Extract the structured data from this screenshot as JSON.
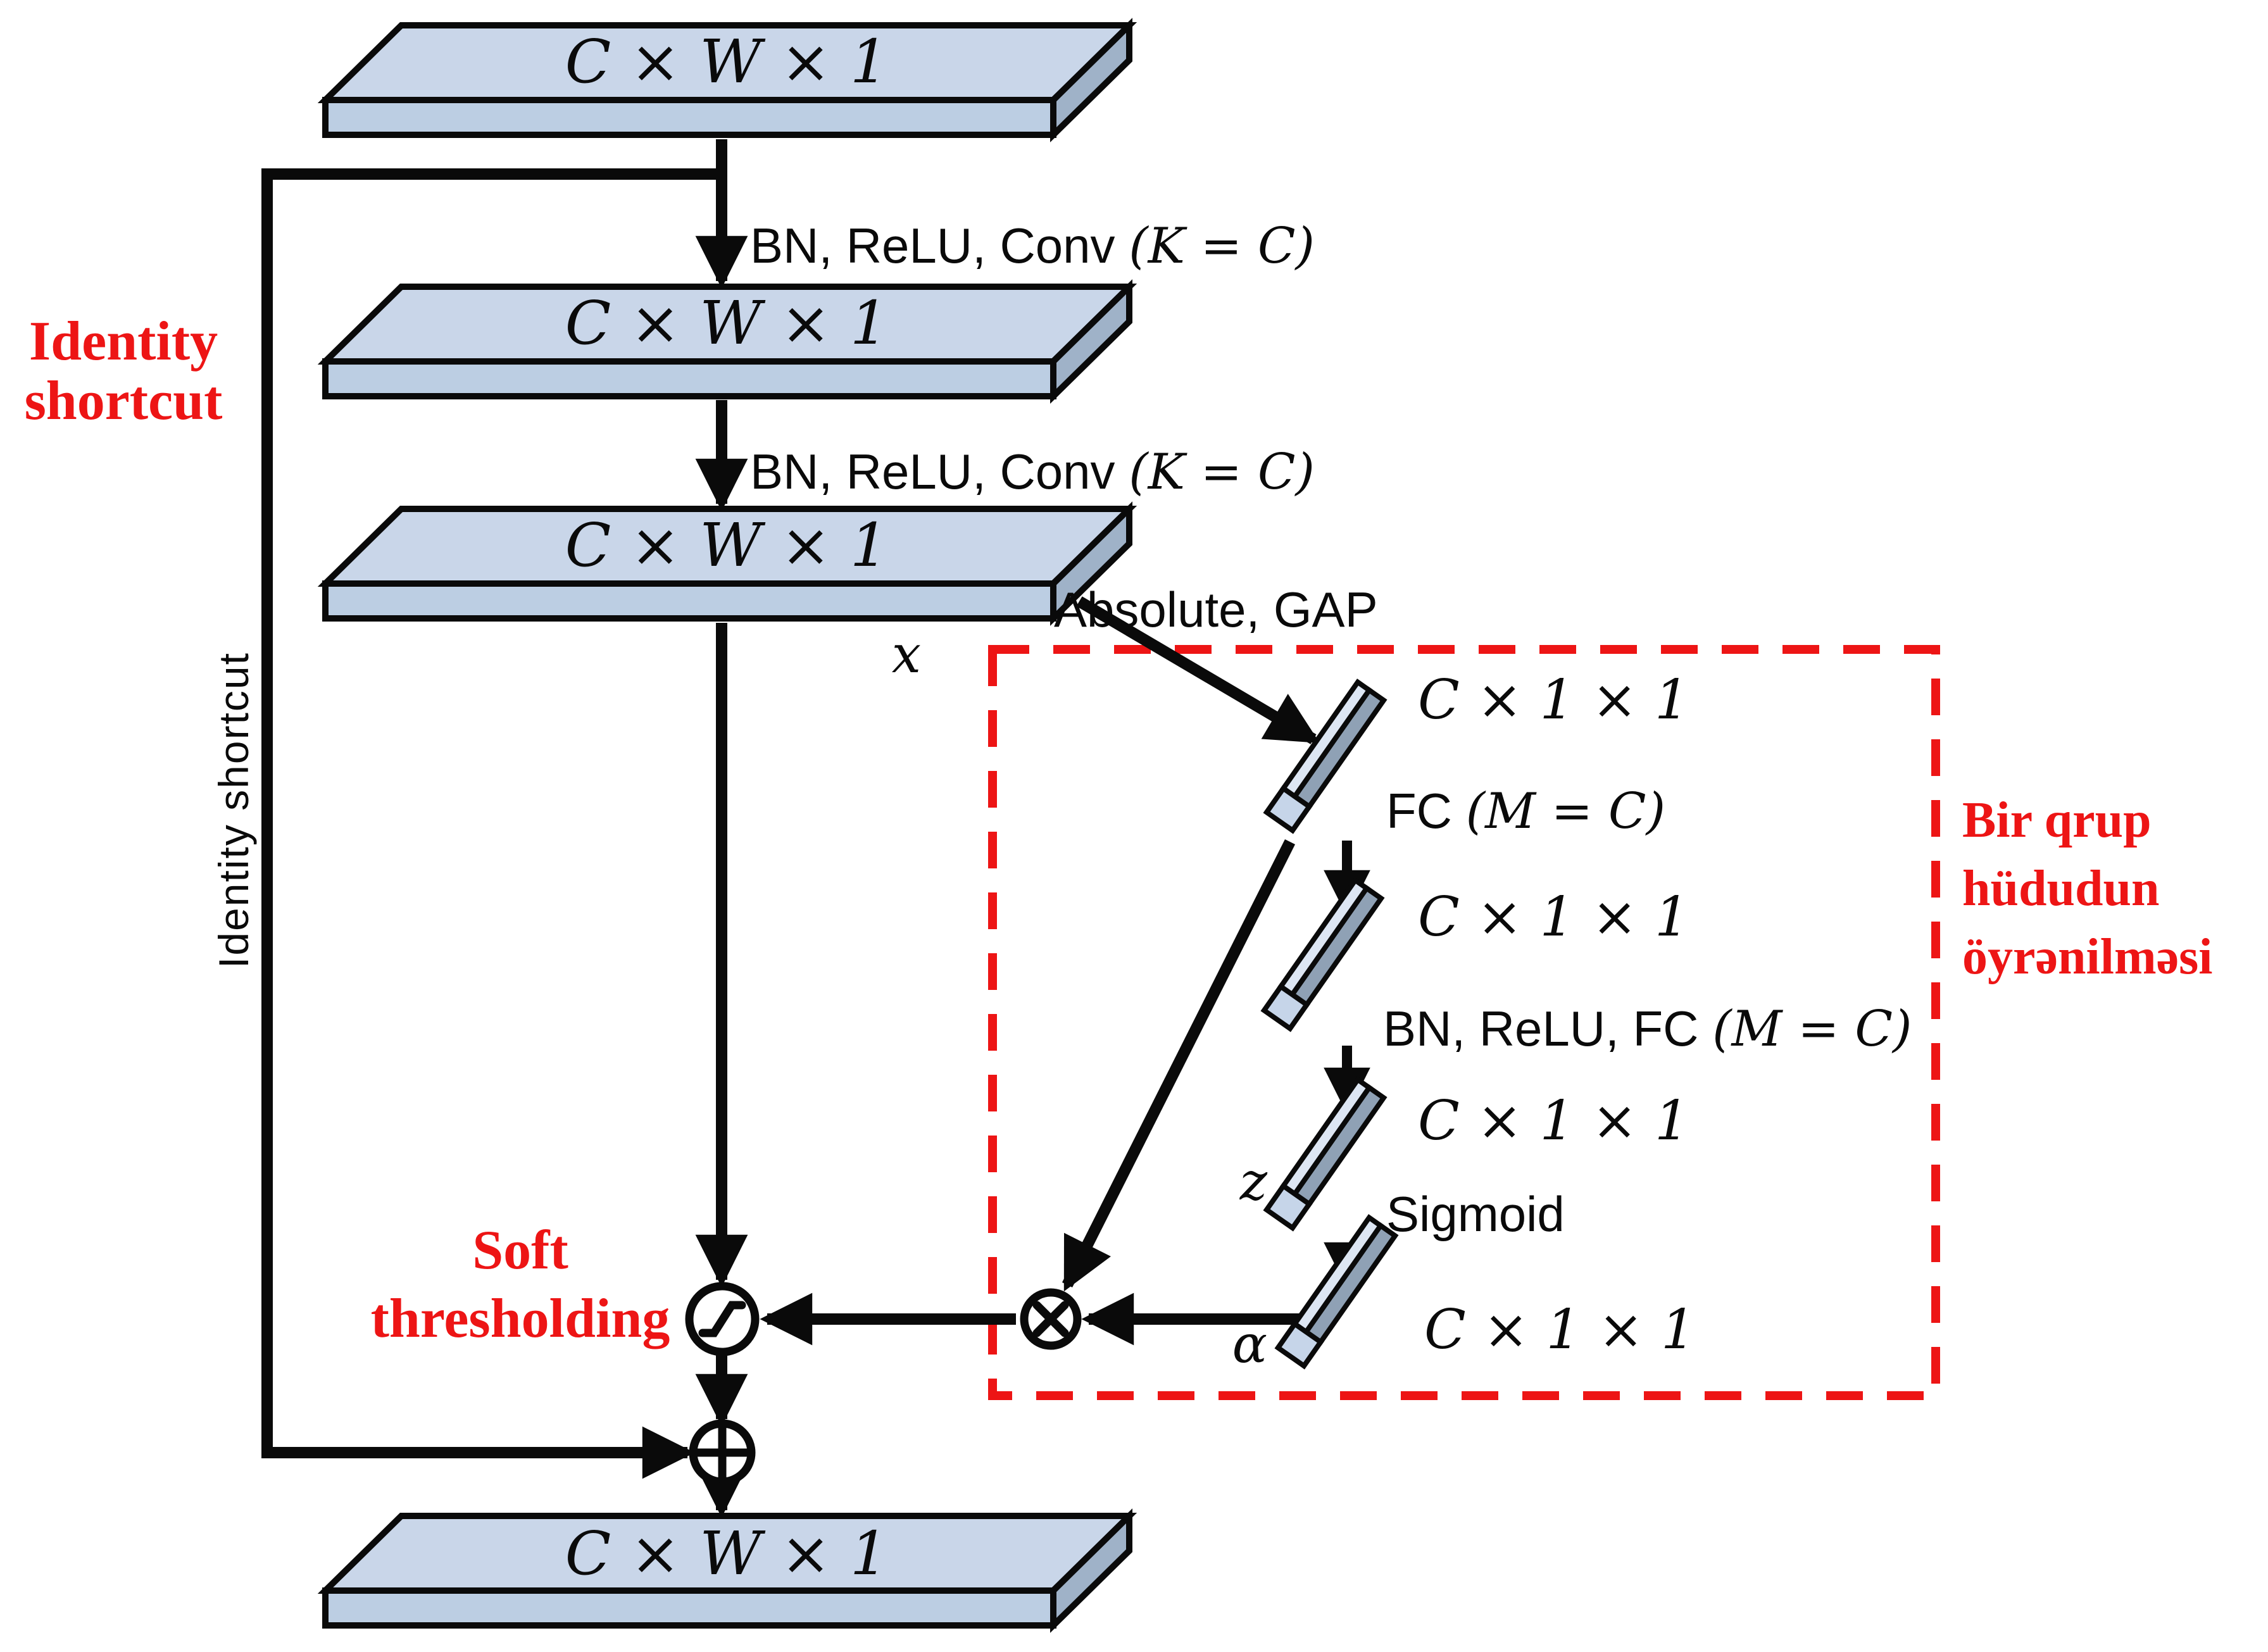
{
  "slabs": {
    "s1": "C × W × 1",
    "s2": "C × W × 1",
    "s3": "C × W × 1",
    "s4": "C × W × 1"
  },
  "vectors": {
    "v1": "C × 1 × 1",
    "v2": "C × 1 × 1",
    "v3": "C × 1 × 1",
    "v4": "C × 1 × 1"
  },
  "ops": {
    "conv1": {
      "prefix": "BN, ReLU, Conv ",
      "math": "(K = C)"
    },
    "conv2": {
      "prefix": "BN, ReLU, Conv ",
      "math": "(K = C)"
    },
    "absolute_gap": "Absolute, GAP",
    "fc": {
      "prefix": "FC ",
      "math": "(M = C)"
    },
    "bn_relu_fc": {
      "prefix": "BN, ReLU, FC ",
      "math": "(M = C)"
    },
    "sigmoid": "Sigmoid"
  },
  "vars": {
    "x": "x",
    "z": "z",
    "alpha": "α"
  },
  "annotations": {
    "identity_red": {
      "l1": "Identity",
      "l2": "shortcut"
    },
    "identity_rotated": "Identity shortcut",
    "soft": {
      "l1": "Soft",
      "l2": "thresholding"
    },
    "group_threshold": {
      "l1": "Bir qrup",
      "l2": "hüdudun",
      "l3": "öyrənilməsi"
    }
  },
  "colors": {
    "accent_red": "#ed1515",
    "slab_top": "#c9d6e9",
    "slab_front": "#bccee3",
    "slab_side": "#9fb2c8",
    "bar_top": "#dde6f3",
    "bar_face": "#8fa1b5",
    "bar_cap": "#c6d5e9",
    "line": "#0a0a0a"
  }
}
